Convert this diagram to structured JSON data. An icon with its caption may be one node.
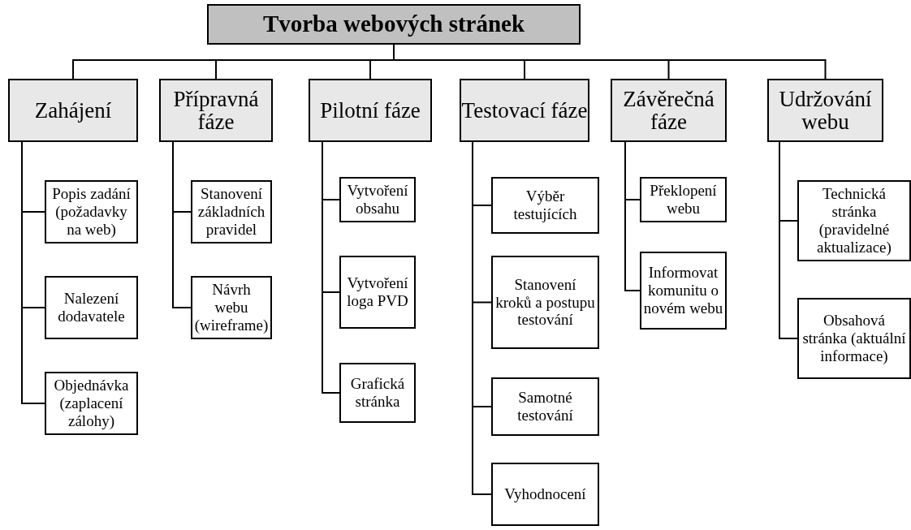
{
  "diagram": {
    "nodes": [
      {
        "text": [
          "Tvorba webových stránek"
        ]
      },
      {
        "text": [
          "Zahájení"
        ]
      },
      {
        "text": [
          "Přípravná fáze"
        ]
      },
      {
        "text": [
          "Pilotní fáze"
        ]
      },
      {
        "text": [
          "Testovací fáze"
        ]
      },
      {
        "text": [
          "Závěrečná fáze"
        ]
      },
      {
        "text": [
          "Udržování webu"
        ]
      },
      {
        "text": [
          "Popis zadání (požadavky na web)"
        ]
      },
      {
        "text": [
          "Nalezení dodavatele"
        ]
      },
      {
        "text": [
          "Objednávka (zaplacení zálohy)"
        ]
      },
      {
        "text": [
          "Stanovení základních pravidel"
        ]
      },
      {
        "text": [
          "Návrh webu (wireframe)"
        ]
      },
      {
        "text": [
          "Vytvoření obsahu"
        ]
      },
      {
        "text": [
          "Vytvoření loga PVD"
        ]
      },
      {
        "text": [
          "Grafická stránka"
        ]
      },
      {
        "text": [
          "Výběr testujících"
        ]
      },
      {
        "text": [
          "Stanovení kroků a postupu testování"
        ]
      },
      {
        "text": [
          "Samotné testování"
        ]
      },
      {
        "text": [
          "Vyhodnocení"
        ]
      },
      {
        "text": [
          "Překlopení webu"
        ]
      },
      {
        "text": [
          "Informovat komunitu o novém webu"
        ]
      },
      {
        "text": [
          "Technická stránka (pravidelné aktualizace)"
        ]
      },
      {
        "text": [
          "Obsahová stránka (aktuální informace)"
        ]
      }
    ],
    "edges": [
      {
        "from": 0,
        "to": 1,
        "arrow": "none"
      },
      {
        "from": 0,
        "to": 2,
        "arrow": "none"
      },
      {
        "from": 0,
        "to": 3,
        "arrow": "none"
      },
      {
        "from": 0,
        "to": 4,
        "arrow": "none"
      },
      {
        "from": 0,
        "to": 5,
        "arrow": "none"
      },
      {
        "from": 0,
        "to": 6,
        "arrow": "none"
      },
      {
        "from": 1,
        "to": 7,
        "arrow": "none"
      },
      {
        "from": 1,
        "to": 8,
        "arrow": "none"
      },
      {
        "from": 1,
        "to": 9,
        "arrow": "none"
      },
      {
        "from": 2,
        "to": 10,
        "arrow": "none"
      },
      {
        "from": 2,
        "to": 11,
        "arrow": "none"
      },
      {
        "from": 3,
        "to": 12,
        "arrow": "none"
      },
      {
        "from": 3,
        "to": 13,
        "arrow": "none"
      },
      {
        "from": 3,
        "to": 14,
        "arrow": "none"
      },
      {
        "from": 4,
        "to": 15,
        "arrow": "none"
      },
      {
        "from": 4,
        "to": 16,
        "arrow": "none"
      },
      {
        "from": 4,
        "to": 17,
        "arrow": "none"
      },
      {
        "from": 4,
        "to": 18,
        "arrow": "none"
      },
      {
        "from": 5,
        "to": 19,
        "arrow": "none"
      },
      {
        "from": 5,
        "to": 20,
        "arrow": "none"
      },
      {
        "from": 6,
        "to": 21,
        "arrow": "none"
      },
      {
        "from": 6,
        "to": 22,
        "arrow": "none"
      }
    ]
  }
}
